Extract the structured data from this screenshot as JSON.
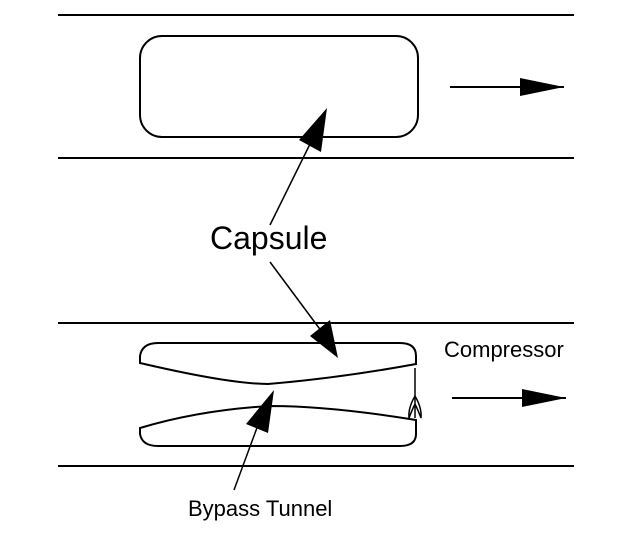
{
  "labels": {
    "capsule": "Capsule",
    "compressor": "Compressor",
    "bypass_tunnel": "Bypass Tunnel"
  },
  "colors": {
    "stroke": "#000000",
    "background": "#ffffff"
  }
}
